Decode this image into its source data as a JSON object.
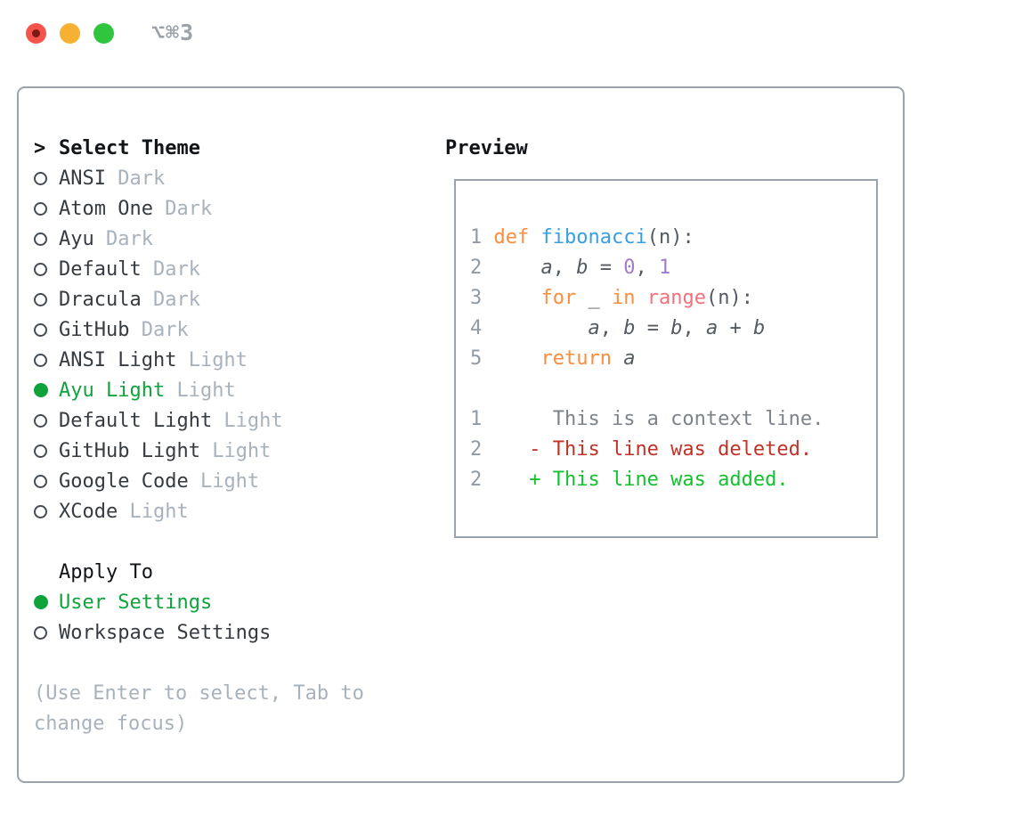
{
  "window": {
    "title": "⌥⌘3"
  },
  "theme_picker": {
    "prompt": ">",
    "header": "Select Theme",
    "items": [
      {
        "label": "ANSI",
        "variant": "Dark",
        "selected": false
      },
      {
        "label": "Atom One",
        "variant": "Dark",
        "selected": false
      },
      {
        "label": "Ayu",
        "variant": "Dark",
        "selected": false
      },
      {
        "label": "Default",
        "variant": "Dark",
        "selected": false
      },
      {
        "label": "Dracula",
        "variant": "Dark",
        "selected": false
      },
      {
        "label": "GitHub",
        "variant": "Dark",
        "selected": false
      },
      {
        "label": "ANSI Light",
        "variant": "Light",
        "selected": false
      },
      {
        "label": "Ayu Light",
        "variant": "Light",
        "selected": true
      },
      {
        "label": "Default Light",
        "variant": "Light",
        "selected": false
      },
      {
        "label": "GitHub Light",
        "variant": "Light",
        "selected": false
      },
      {
        "label": "Google Code",
        "variant": "Light",
        "selected": false
      },
      {
        "label": "XCode",
        "variant": "Light",
        "selected": false
      }
    ]
  },
  "apply_to": {
    "header": "Apply To",
    "options": [
      {
        "label": "User Settings",
        "selected": true
      },
      {
        "label": "Workspace Settings",
        "selected": false
      }
    ]
  },
  "hint_lines": [
    "(Use Enter to select, Tab to",
    "change focus)"
  ],
  "preview": {
    "header": "Preview",
    "lines": [
      {
        "num": "1",
        "segs": [
          [
            "kw",
            "def "
          ],
          [
            "fn",
            "fibonacci"
          ],
          [
            "fg",
            "(n):"
          ]
        ]
      },
      {
        "num": "2",
        "segs": [
          [
            "fg",
            "    "
          ],
          [
            "var",
            "a"
          ],
          [
            "fg",
            ", "
          ],
          [
            "var",
            "b"
          ],
          [
            "fg",
            " = "
          ],
          [
            "pnum",
            "0"
          ],
          [
            "fg",
            ", "
          ],
          [
            "pnum",
            "1"
          ]
        ]
      },
      {
        "num": "3",
        "segs": [
          [
            "fg",
            "    "
          ],
          [
            "kw",
            "for "
          ],
          [
            "fg",
            "_ "
          ],
          [
            "kw",
            "in "
          ],
          [
            "call",
            "range"
          ],
          [
            "fg",
            "(n):"
          ]
        ]
      },
      {
        "num": "4",
        "segs": [
          [
            "fg",
            "        "
          ],
          [
            "var",
            "a"
          ],
          [
            "fg",
            ", "
          ],
          [
            "var",
            "b"
          ],
          [
            "fg",
            " = "
          ],
          [
            "var",
            "b"
          ],
          [
            "fg",
            ", "
          ],
          [
            "var",
            "a"
          ],
          [
            "fg",
            " + "
          ],
          [
            "var",
            "b"
          ]
        ]
      },
      {
        "num": "5",
        "segs": [
          [
            "fg",
            "    "
          ],
          [
            "kw",
            "return "
          ],
          [
            "var",
            "a"
          ]
        ]
      },
      {
        "num": "",
        "segs": []
      },
      {
        "num": "1",
        "segs": [
          [
            "ctx",
            "     This is a context line."
          ]
        ]
      },
      {
        "num": "2",
        "segs": [
          [
            "del",
            "   - This line was deleted."
          ]
        ]
      },
      {
        "num": "2",
        "segs": [
          [
            "add",
            "   + This line was added."
          ]
        ]
      }
    ]
  },
  "colors": {
    "accent_green": "#10a33c",
    "list_label": "#363b42",
    "list_variant": "#a8b2bd",
    "header_text": "#111418",
    "hint": "#a8b2bd",
    "panel_border": "#9aa2ac",
    "title_gray": "#9aa1a9",
    "traffic_red": "#f4544c",
    "traffic_red_dot": "#7c1a13",
    "traffic_yellow": "#f6b133",
    "traffic_green": "#30c53e",
    "code_fg": "#545a61",
    "code_keyword": "#fa8d3e",
    "code_function": "#399ee6",
    "code_call": "#f2717b",
    "code_number": "#a37acc",
    "code_lineno": "#8f9aa6",
    "diff_context": "#7d838a",
    "diff_deleted": "#bf3228",
    "diff_added": "#13c12f"
  }
}
